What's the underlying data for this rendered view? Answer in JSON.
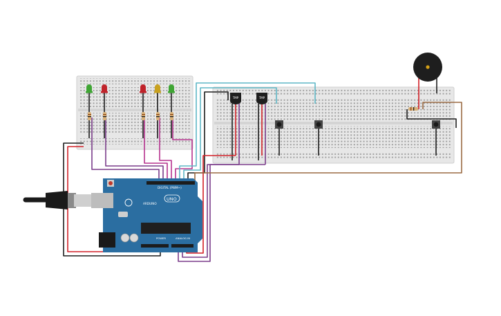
{
  "arduino": {
    "brand_label": "ARDUINO",
    "model_label": "UNO",
    "digital_header_label": "DIGITAL (PWM~)",
    "power_header_label": "POWER",
    "analog_header_label": "ANALOG IN",
    "board_color": "#2b6ea1",
    "header_color": "#1c1c1c"
  },
  "sensors": [
    {
      "id": "sensor-1",
      "label": "TMP"
    },
    {
      "id": "sensor-2",
      "label": "TMP"
    }
  ],
  "leds": [
    {
      "id": "led-1",
      "color": "#3fa534"
    },
    {
      "id": "led-2",
      "color": "#c0232a"
    },
    {
      "id": "led-3",
      "color": "#c0232a"
    },
    {
      "id": "led-4",
      "color": "#c9a220"
    },
    {
      "id": "led-5",
      "color": "#3fa534"
    }
  ],
  "wire_colors": {
    "black": "#1c1c1c",
    "red": "#d21f26",
    "purple": "#7a3c8a",
    "magenta": "#b5318e",
    "cyan": "#5fb7c6",
    "brown": "#9a6a42"
  },
  "breadboard_color": "#e7e7e7",
  "buzzer_color": "#1e1e1e"
}
